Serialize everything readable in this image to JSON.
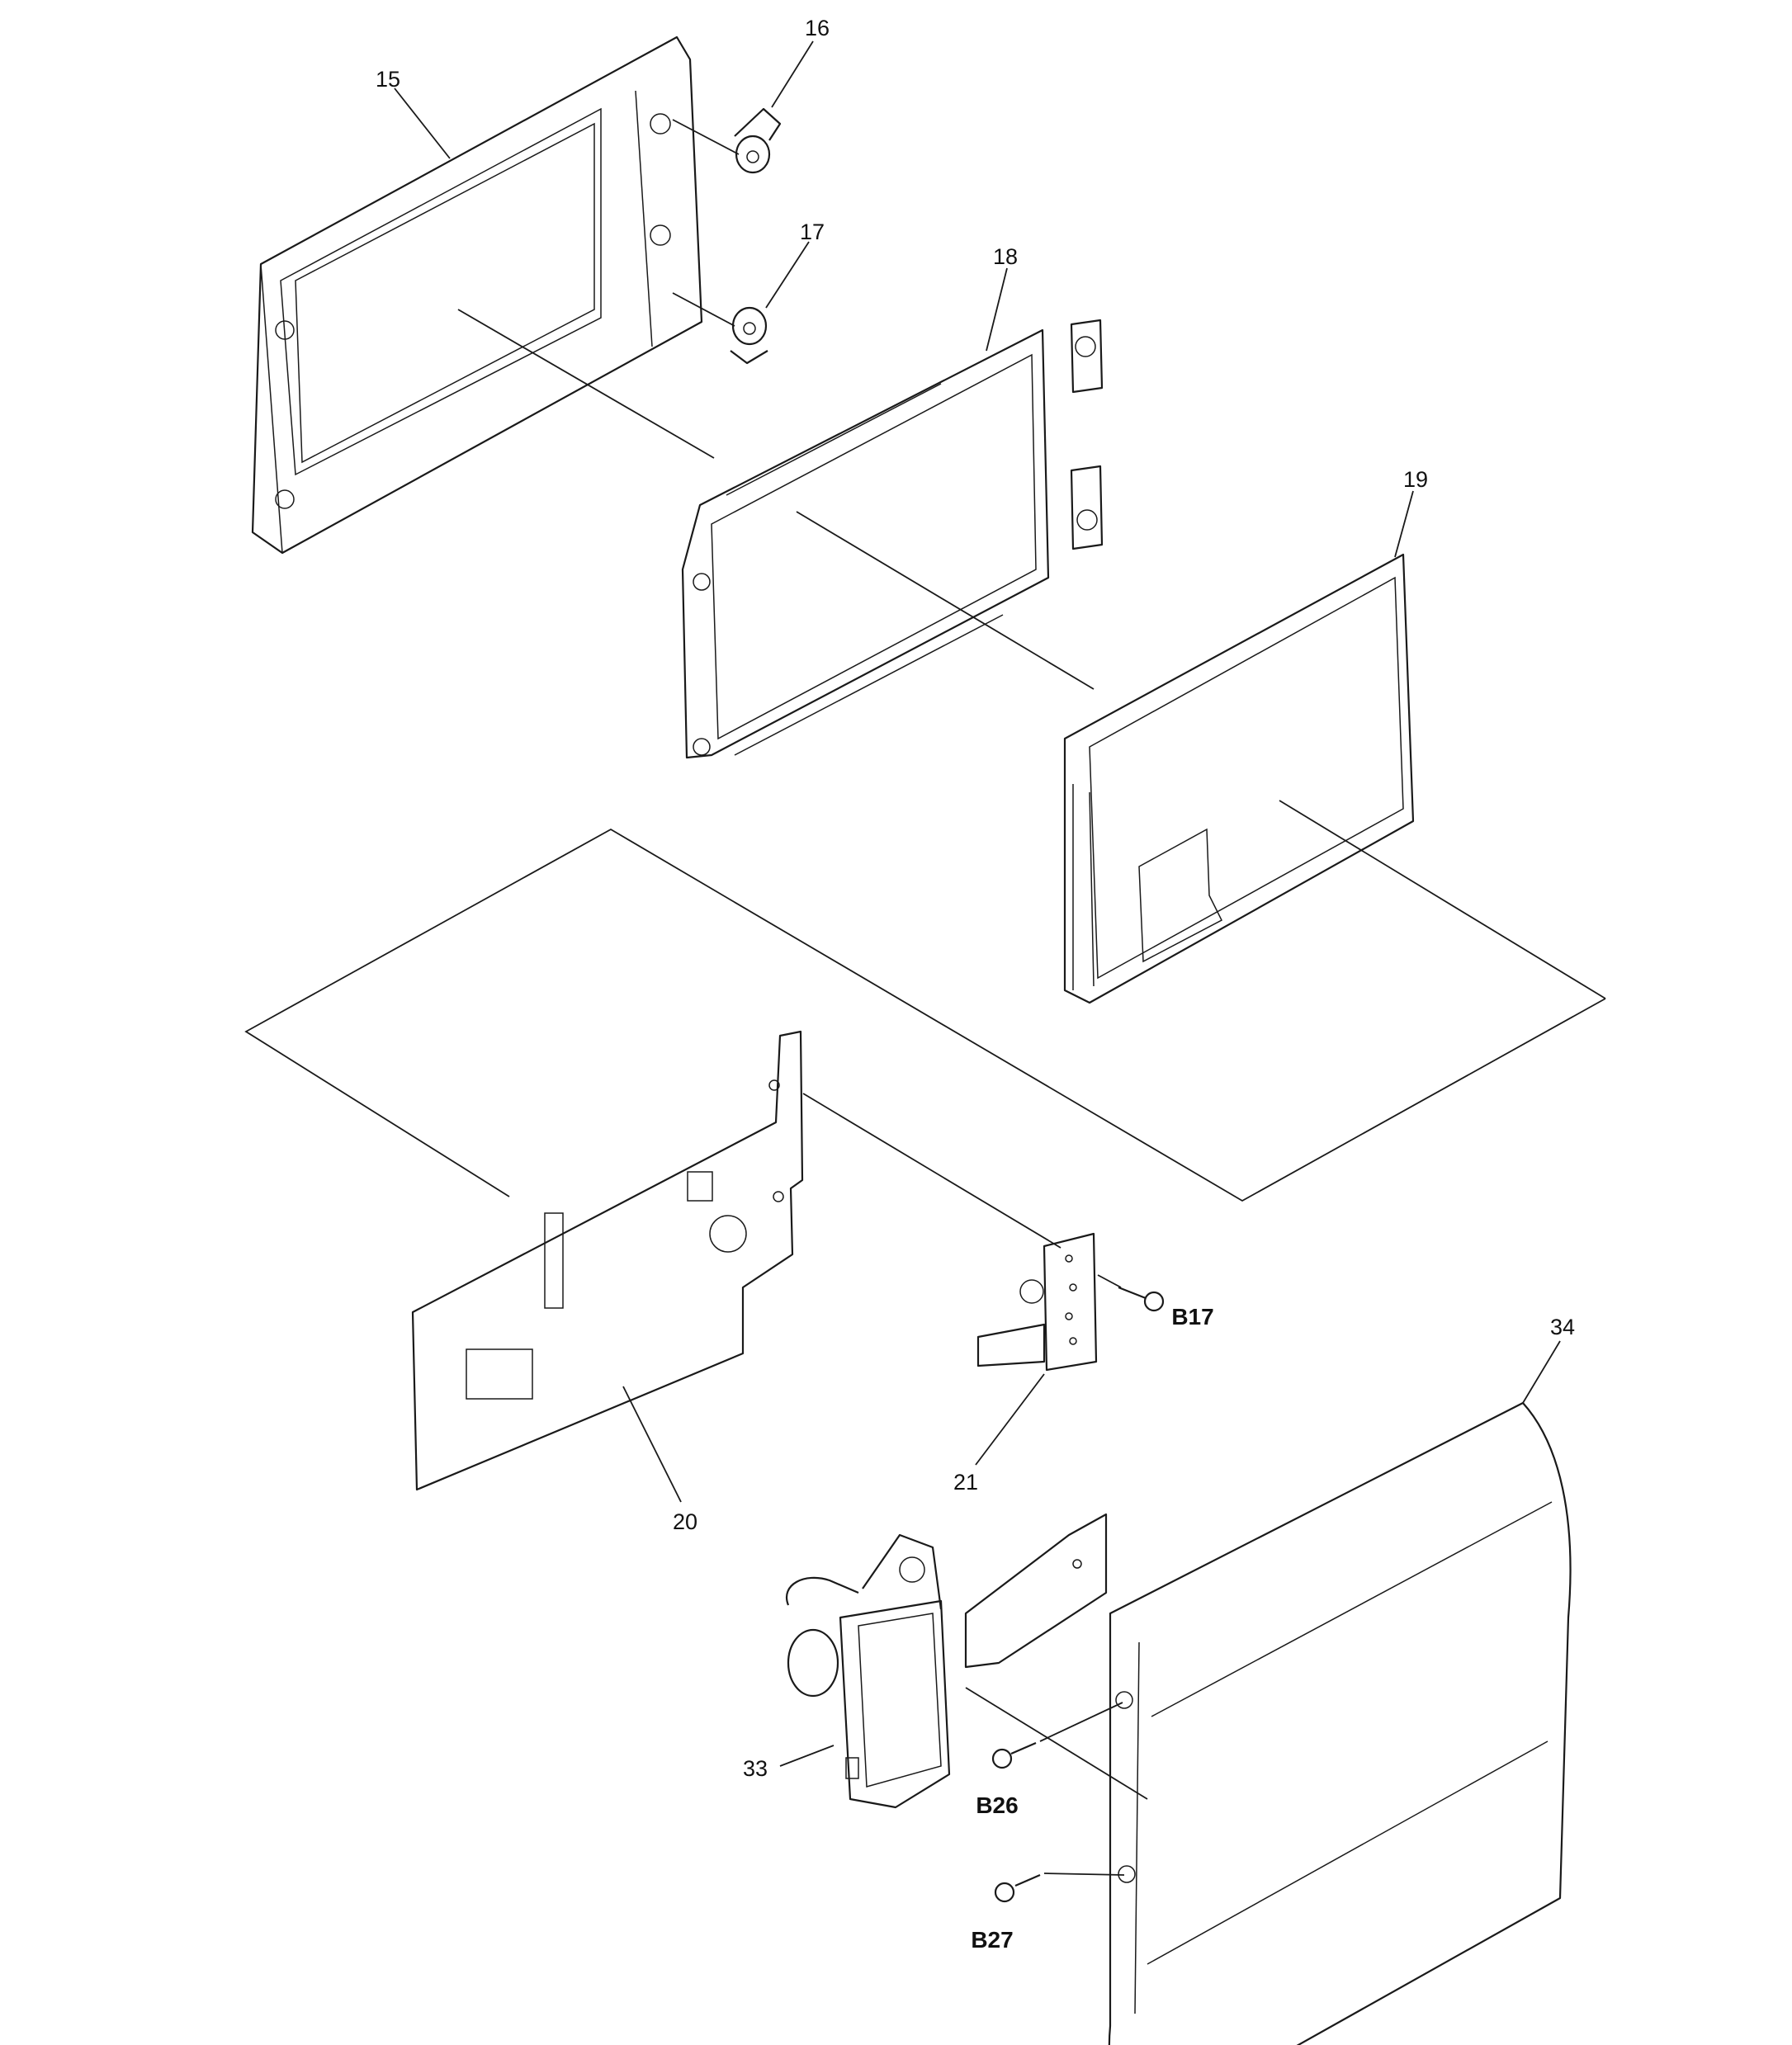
{
  "callouts": {
    "c15": "15",
    "c16": "16",
    "c17": "17",
    "c18": "18",
    "c19": "19",
    "c20": "20",
    "c21": "21",
    "c33": "33",
    "c34": "34",
    "b17": "B17",
    "b26": "B26",
    "b27": "B27"
  }
}
